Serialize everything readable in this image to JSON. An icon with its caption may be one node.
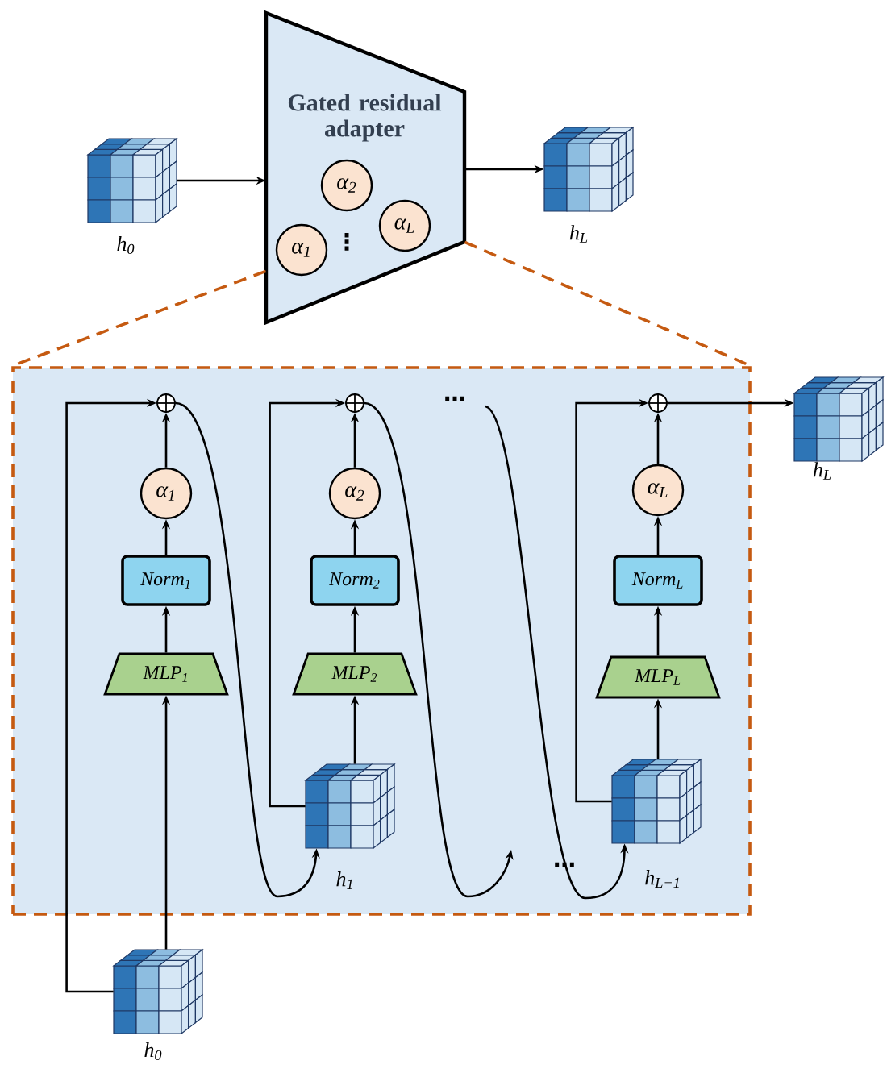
{
  "diagram": {
    "nodes": [
      {
        "text": [],
        "shape": "cube",
        "beside": [
          "h$_{0}$"
        ]
      },
      {
        "text": [
          "Gated residual adapter"
        ]
      },
      {
        "text": [
          "α$_{2}$"
        ],
        "in": 1
      },
      {
        "text": [
          "α$_{L}$"
        ],
        "in": 1
      },
      {
        "text": [
          "α$_{1}$"
        ],
        "in": 1
      },
      {
        "text": [],
        "shape": "cube",
        "beside": [
          "h$_{L}$"
        ]
      },
      {
        "text": [],
        "shape": "box"
      },
      {
        "text": [],
        "shape": "circle",
        "in": 6
      },
      {
        "text": [],
        "shape": "circle",
        "in": 6
      },
      {
        "text": [],
        "shape": "circle",
        "in": 6
      },
      {
        "text": [
          "α$_{1}$"
        ],
        "in": 6
      },
      {
        "text": [
          "α$_{2}$"
        ],
        "in": 6
      },
      {
        "text": [
          "α$_{L}$"
        ],
        "in": 6
      },
      {
        "text": [
          "Norm$_{1}$"
        ],
        "in": 6
      },
      {
        "text": [
          "Norm$_{2}$"
        ],
        "in": 6
      },
      {
        "text": [
          "Norm$_{L}$"
        ],
        "in": 6
      },
      {
        "text": [
          "MLP$_{1}$"
        ],
        "in": 6
      },
      {
        "text": [
          "MLP$_{2}$"
        ],
        "in": 6
      },
      {
        "text": [
          "MLP$_{L}$"
        ],
        "in": 6
      },
      {
        "text": [],
        "shape": "cube",
        "in": 6,
        "beside": [
          "h$_{1}$"
        ]
      },
      {
        "text": [],
        "shape": "cube",
        "in": 6,
        "beside": [
          "h$_{L−1}$"
        ]
      },
      {
        "text": [],
        "shape": "cube",
        "beside": [
          "h$_{L}$"
        ]
      },
      {
        "text": [],
        "shape": "cube",
        "beside": [
          "h$_{0}$"
        ]
      }
    ],
    "edges": [
      {
        "from": 0,
        "to": 1,
        "arrow": "to"
      },
      {
        "from": 1,
        "to": 5,
        "arrow": "to"
      },
      {
        "from": 1,
        "to": 6,
        "arrow": "none",
        "style": "dashed",
        "color": "#c55a11"
      },
      {
        "from": 1,
        "to": 6,
        "arrow": "none",
        "style": "dashed",
        "color": "#c55a11"
      },
      {
        "from": 22,
        "to": 16,
        "arrow": "to"
      },
      {
        "from": 16,
        "to": 13,
        "arrow": "to"
      },
      {
        "from": 13,
        "to": 10,
        "arrow": "to"
      },
      {
        "from": 10,
        "to": 7,
        "arrow": "to"
      },
      {
        "from": 22,
        "to": 7,
        "arrow": "to"
      },
      {
        "from": 7,
        "to": 19,
        "arrow": "to"
      },
      {
        "from": 19,
        "to": 17,
        "arrow": "to"
      },
      {
        "from": 17,
        "to": 14,
        "arrow": "to"
      },
      {
        "from": 14,
        "to": 11,
        "arrow": "to"
      },
      {
        "from": 11,
        "to": 8,
        "arrow": "to"
      },
      {
        "from": 19,
        "to": 8,
        "arrow": "to"
      },
      {
        "from": 8,
        "to": null,
        "arrow": "to"
      },
      {
        "from": null,
        "to": 20,
        "arrow": "to"
      },
      {
        "from": 20,
        "to": 18,
        "arrow": "to"
      },
      {
        "from": 18,
        "to": 15,
        "arrow": "to"
      },
      {
        "from": 15,
        "to": 12,
        "arrow": "to"
      },
      {
        "from": 12,
        "to": 9,
        "arrow": "to"
      },
      {
        "from": 20,
        "to": 9,
        "arrow": "to"
      },
      {
        "from": 9,
        "to": 21,
        "arrow": "to"
      }
    ],
    "labels": [
      "⋮",
      "⋯",
      "⋯"
    ]
  }
}
